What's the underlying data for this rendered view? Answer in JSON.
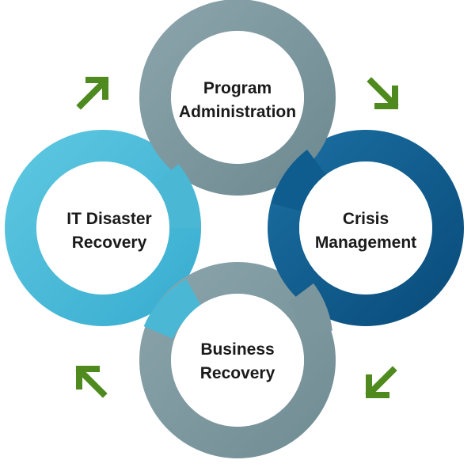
{
  "diagram": {
    "nodes": [
      {
        "id": "program",
        "line1": "Program",
        "line2": "Administration",
        "color": "#7f9aa1"
      },
      {
        "id": "crisis",
        "line1": "Crisis",
        "line2": "Management",
        "color": "#0e5a8a"
      },
      {
        "id": "business",
        "line1": "Business",
        "line2": "Recovery",
        "color": "#7f9aa1"
      },
      {
        "id": "it",
        "line1": "IT Disaster",
        "line2": "Recovery",
        "color": "#4dbbd8"
      }
    ],
    "arrow_color": "#4e8a1e",
    "flow": "clockwise"
  }
}
